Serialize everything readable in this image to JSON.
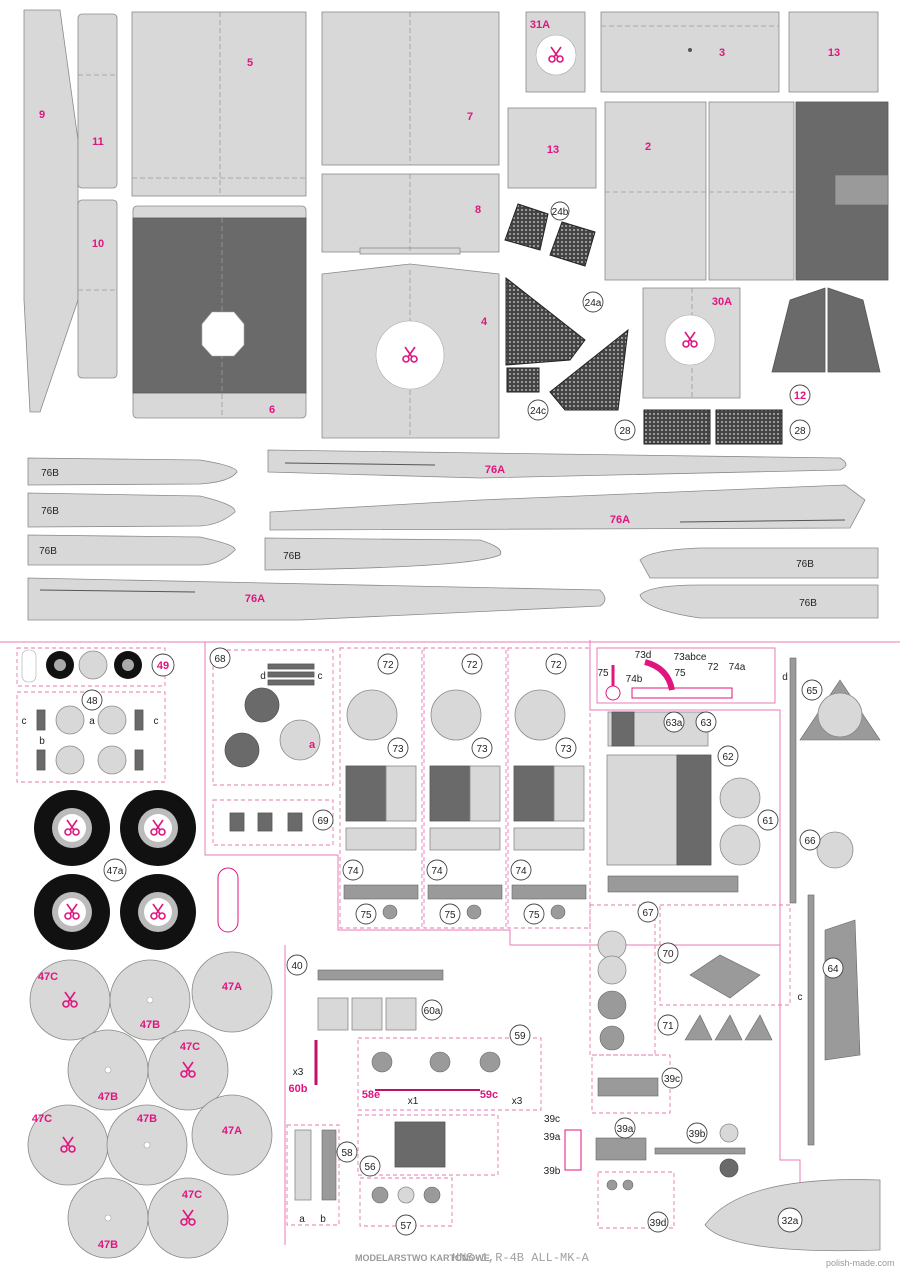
{
  "top": {
    "p9": "9",
    "p11": "11",
    "p10": "10",
    "p5": "5",
    "p6": "6",
    "p7": "7",
    "p8": "8",
    "p4": "4",
    "p31a": "31A",
    "p3": "3",
    "p13a": "13",
    "p13b": "13",
    "p2": "2",
    "p24b": "24b",
    "p24a": "24a",
    "p24c": "24c",
    "p30a": "30A",
    "p12": "12",
    "p28a": "28",
    "p28b": "28"
  },
  "wings": {
    "w1": "76B",
    "w2": "76A",
    "w3": "76B",
    "w4": "76A",
    "w5": "76B",
    "w6": "76B",
    "w7": "76B",
    "w8": "76A",
    "w9": "76B"
  },
  "circled": {
    "c49": "49",
    "c48": "48",
    "c68": "68",
    "c69": "69",
    "c72a": "72",
    "c72b": "72",
    "c72c": "72",
    "c73a": "73",
    "c73b": "73",
    "c73c": "73",
    "c74a": "74",
    "c74b": "74",
    "c74c": "74",
    "c75a": "75",
    "c75b": "75",
    "c75c": "75",
    "c63a": "63a",
    "c63": "63",
    "c62": "62",
    "c61": "61",
    "c65": "65",
    "c66": "66",
    "c67": "67",
    "c70": "70",
    "c71": "71",
    "c64": "64",
    "c47a": "47a",
    "c40": "40",
    "c60a": "60a",
    "c59": "59",
    "c58": "58",
    "c56": "56",
    "c57": "57",
    "c39a": "39a",
    "c39b": "39b",
    "c39c": "39c",
    "c39d": "39d",
    "c32a": "32a"
  },
  "wheels": {
    "w47c1": "47C",
    "w47b1": "47B",
    "w47a1": "47A",
    "w47b2": "47B",
    "w47c2": "47C",
    "w47c3": "47C",
    "w47b3": "47B",
    "w47a2": "47A",
    "w47b4": "47B",
    "w47c4": "47C"
  },
  "assembly": {
    "a75": "75",
    "a73d": "73d",
    "a73abce": "73abce",
    "a75b": "75",
    "a72": "72",
    "a74a": "74a",
    "a74b": "74b"
  },
  "small": {
    "d": "d",
    "c": "c",
    "b": "b",
    "a": "a",
    "x3": "x3",
    "x1": "x1",
    "p60b": "60b",
    "p58e": "58e",
    "p59c": "59c",
    "p39c": "39c",
    "p39a": "39a",
    "p39b": "39b"
  },
  "footer": {
    "brand": "MODELARSTWO KARTONOWE",
    "code": "HNS-1,R-4B ALL-MK-A",
    "site": "polish-made.com"
  }
}
